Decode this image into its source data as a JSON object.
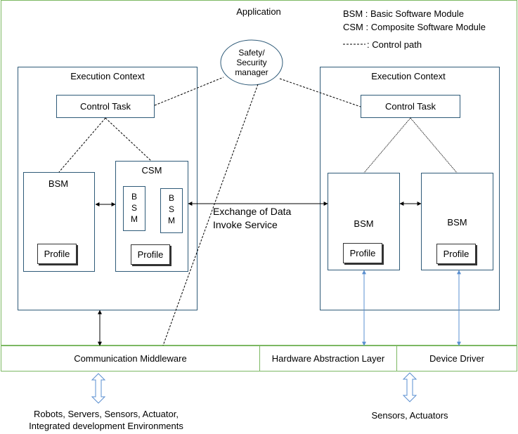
{
  "application_label": "Application",
  "legend": {
    "bsm": "BSM : Basic Software Module",
    "csm": "CSM : Composite Software Module",
    "control_path": ": Control path"
  },
  "safety_manager": {
    "line1": "Safety/",
    "line2": "Security",
    "line3": "manager"
  },
  "left_context": {
    "title": "Execution Context",
    "control_task": "Control Task",
    "bsm_label": "BSM",
    "bsm_profile": "Profile",
    "csm_label": "CSM",
    "csm_inner_bsm_1": [
      "B",
      "S",
      "M"
    ],
    "csm_inner_bsm_2": [
      "B",
      "S",
      "M"
    ],
    "csm_profile": "Profile"
  },
  "exchange": {
    "line1": "Exchange of Data",
    "line2": "Invoke Service"
  },
  "right_context": {
    "title": "Execution Context",
    "control_task": "Control Task",
    "bsm1_label": "BSM",
    "bsm1_profile": "Profile",
    "bsm2_label": "BSM",
    "bsm2_profile": "Profile"
  },
  "bottom_bar": {
    "middleware": "Communication Middleware",
    "hal": "Hardware Abstraction Layer",
    "driver": "Device Driver"
  },
  "external": {
    "left_line1": "Robots, Servers, Sensors, Actuator,",
    "left_line2": "Integrated development Environments",
    "right": "Sensors, Actuators"
  },
  "colors": {
    "frame": "#7cb862",
    "context": "#2e5a78",
    "link": "#6b9fd6"
  }
}
